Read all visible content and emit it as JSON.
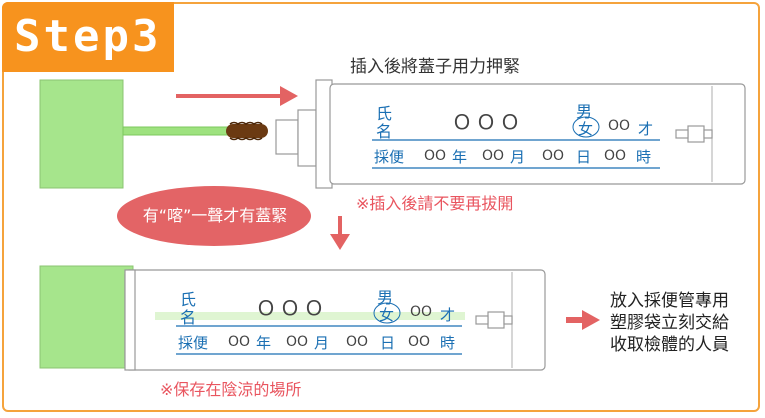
{
  "step": {
    "title": "Step3"
  },
  "top_caption": "插入後將蓋子用力押緊",
  "warning_top": "※插入後請不要再拔開",
  "click_note": "有“喀”一聲才有蓋緊",
  "warning_bottom": "※保存在陰涼的場所",
  "right_note": {
    "lines": [
      "放入採便管專用",
      "塑膠袋立刻交給",
      "收取檢體的人員"
    ]
  },
  "label": {
    "name_top": "氏",
    "name_bottom": "名",
    "placeholder": "ＯＯＯ",
    "male": "男",
    "female": "女",
    "age": "OO",
    "age_unit": "才",
    "date_prefix": "採便",
    "date_num": "OO",
    "year": "年",
    "month": "月",
    "day": "日",
    "hour": "時"
  },
  "colors": {
    "orange": "#f7931e",
    "green_block": "#a6e58c",
    "stick": "#9ee27f",
    "arrow": "#e36363",
    "oval": "#e36466",
    "blue_text": "#1a6fb3"
  }
}
